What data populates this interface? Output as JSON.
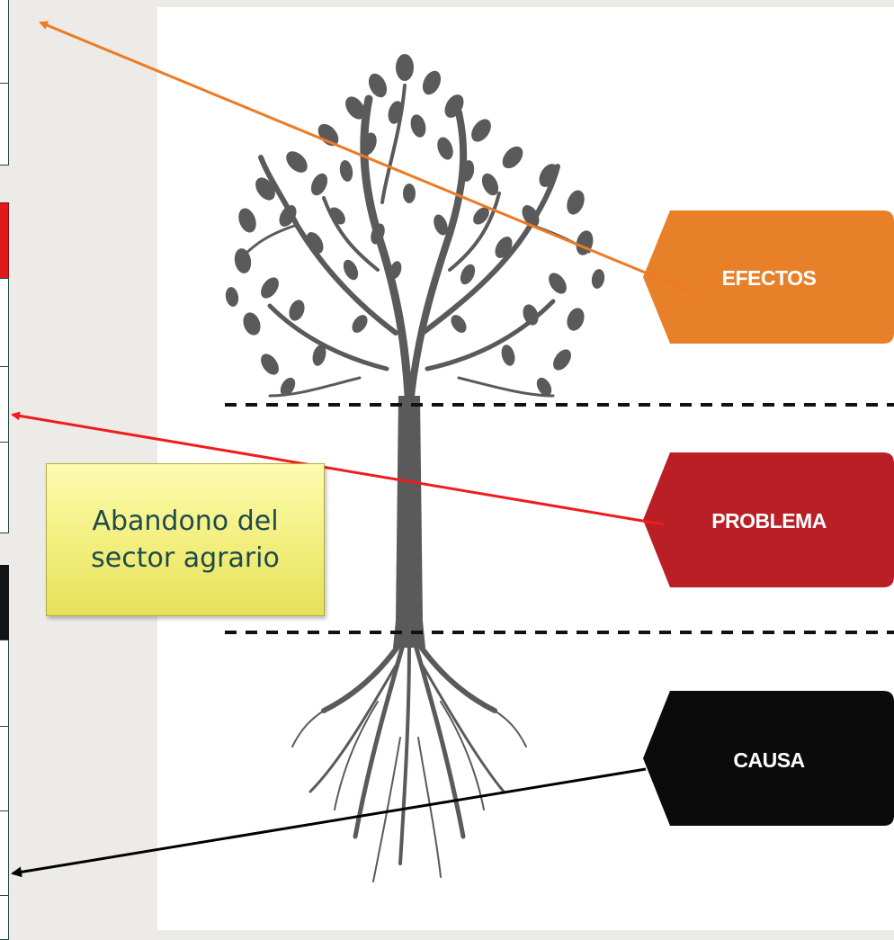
{
  "labels": {
    "effects": "EFECTOS",
    "problem": "PROBLEMA",
    "cause": "CAUSA"
  },
  "note": {
    "text": "Abandono del sector agrario"
  },
  "colors": {
    "effects": "#e8802a",
    "problem": "#b91f24",
    "cause": "#0b0b0b",
    "tree": "#5a5a5a",
    "note_fill": "#f3ef82",
    "note_text": "#1f4a4d",
    "arrow_effects": "#ee7a22",
    "arrow_problem": "#ee1c1c",
    "arrow_cause": "#000000"
  }
}
